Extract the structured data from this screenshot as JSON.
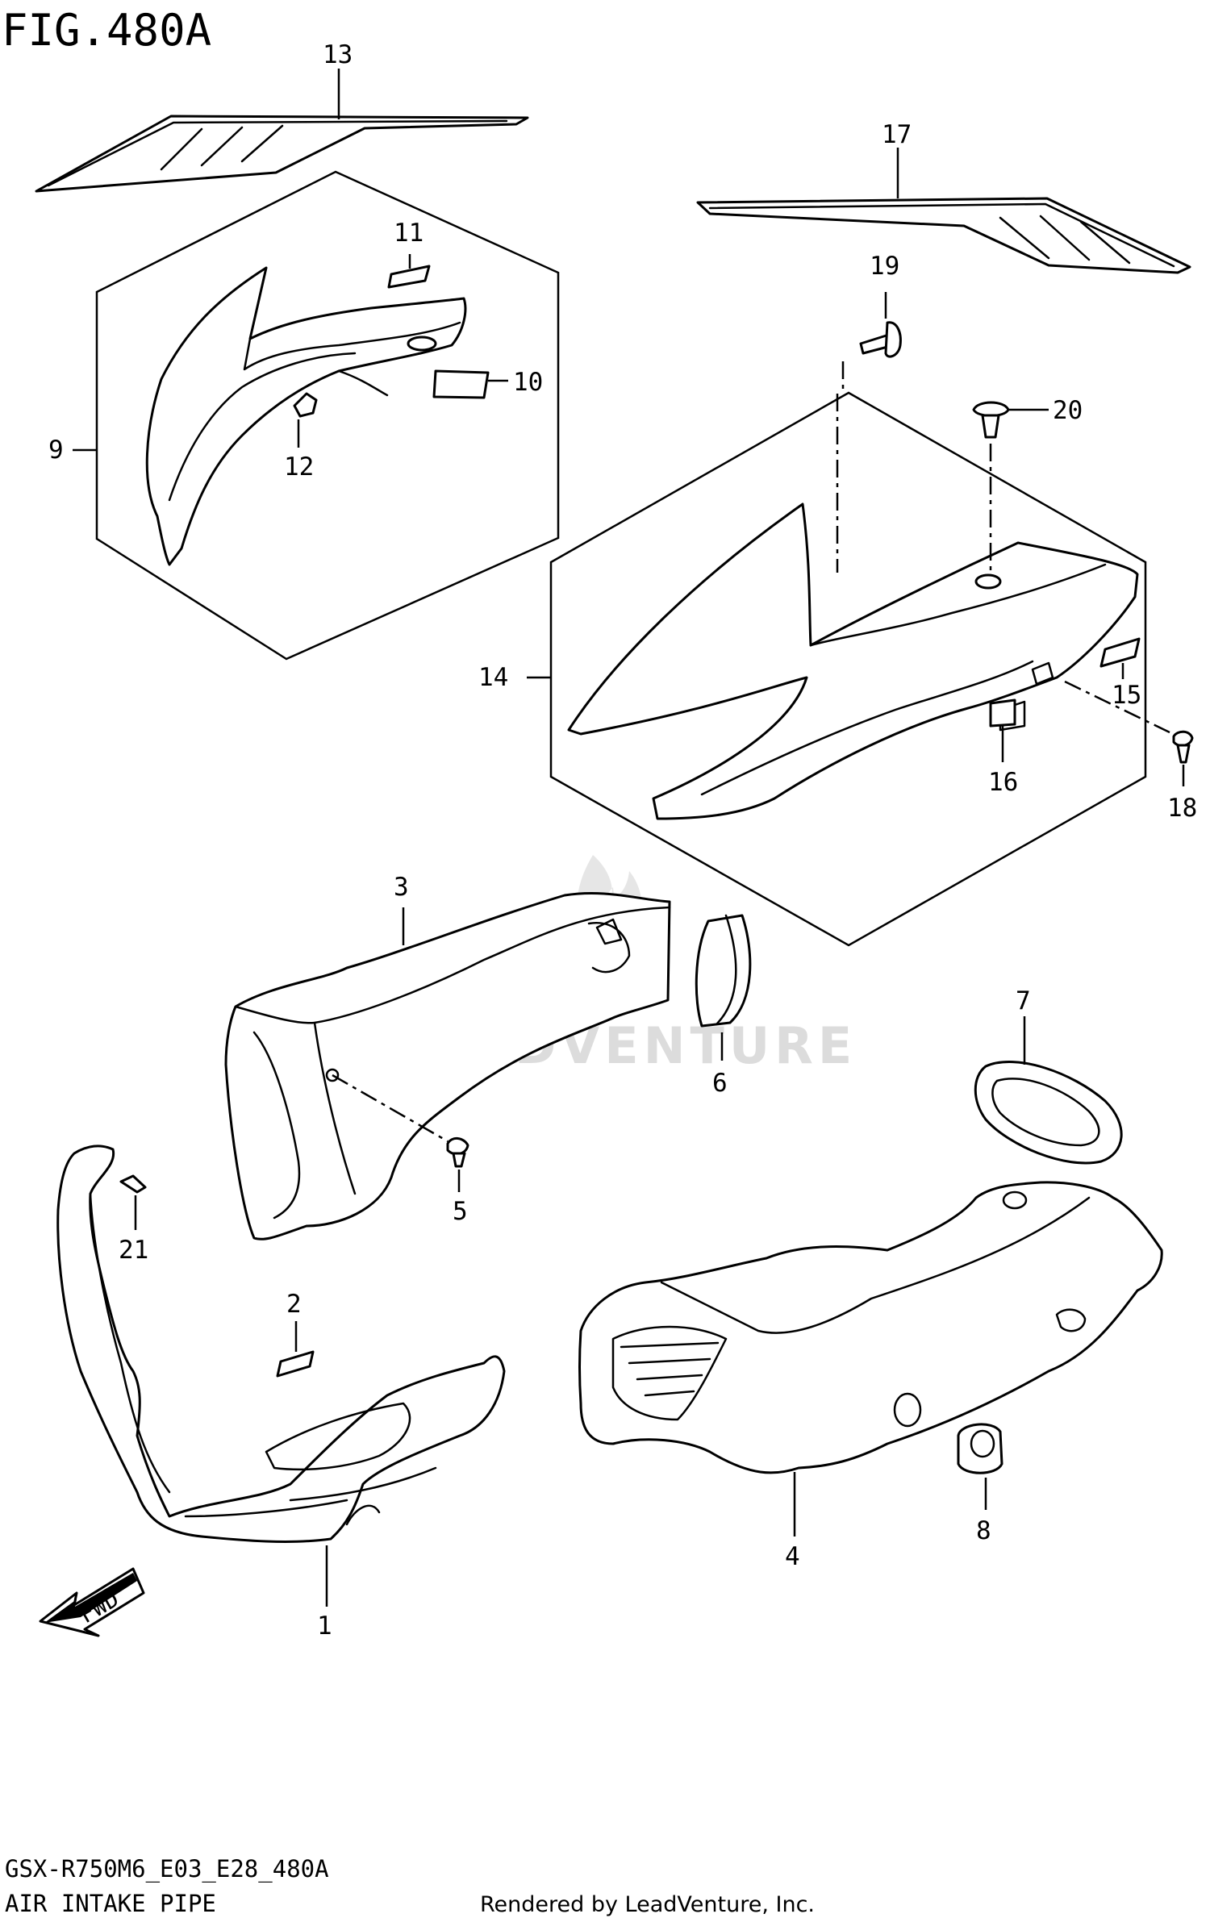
{
  "figure": {
    "title": "FIG.480A",
    "model_code": "GSX-R750M6_E03_E28_480A",
    "section_name": "AIR INTAKE PIPE",
    "credit": "Rendered by LeadVenture, Inc.",
    "watermark": "LEADVENTURE",
    "direction_arrow": "FWD"
  },
  "callouts": [
    "1",
    "2",
    "3",
    "4",
    "5",
    "6",
    "7",
    "8",
    "9",
    "10",
    "11",
    "12",
    "13",
    "14",
    "15",
    "16",
    "17",
    "18",
    "19",
    "20",
    "21"
  ]
}
